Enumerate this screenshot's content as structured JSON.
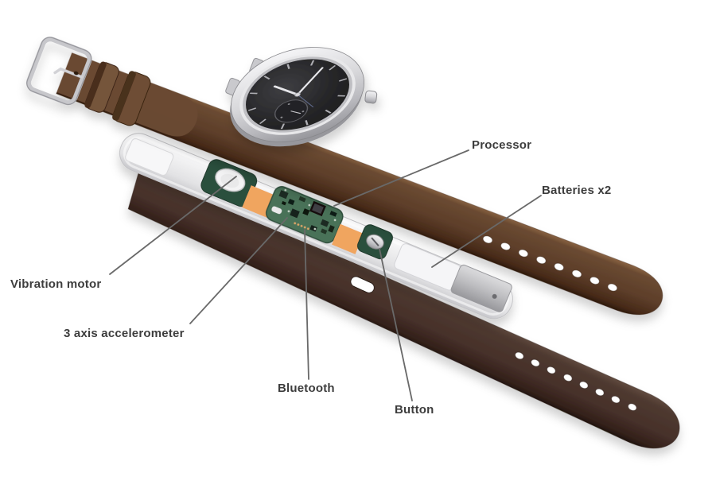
{
  "labels": {
    "processor": "Processor",
    "batteries": "Batteries x2",
    "vibration_motor": "Vibration motor",
    "accelerometer": "3 axis accelerometer",
    "bluetooth": "Bluetooth",
    "button": "Button"
  },
  "colors": {
    "background": "#ffffff",
    "label_text": "#3d3d3d",
    "leader_line": "#696969",
    "strap_top_brown": "#5d3e2a",
    "strap_bottom_brown": "#46302a",
    "flex_cable_orange": "#f0a55f",
    "pcb_green": "#4a7258",
    "mount_green": "#2b4f3c",
    "module_shell": "#ececee",
    "metal_silver": "#c7c7cb",
    "watch_dial": "#29292b"
  }
}
